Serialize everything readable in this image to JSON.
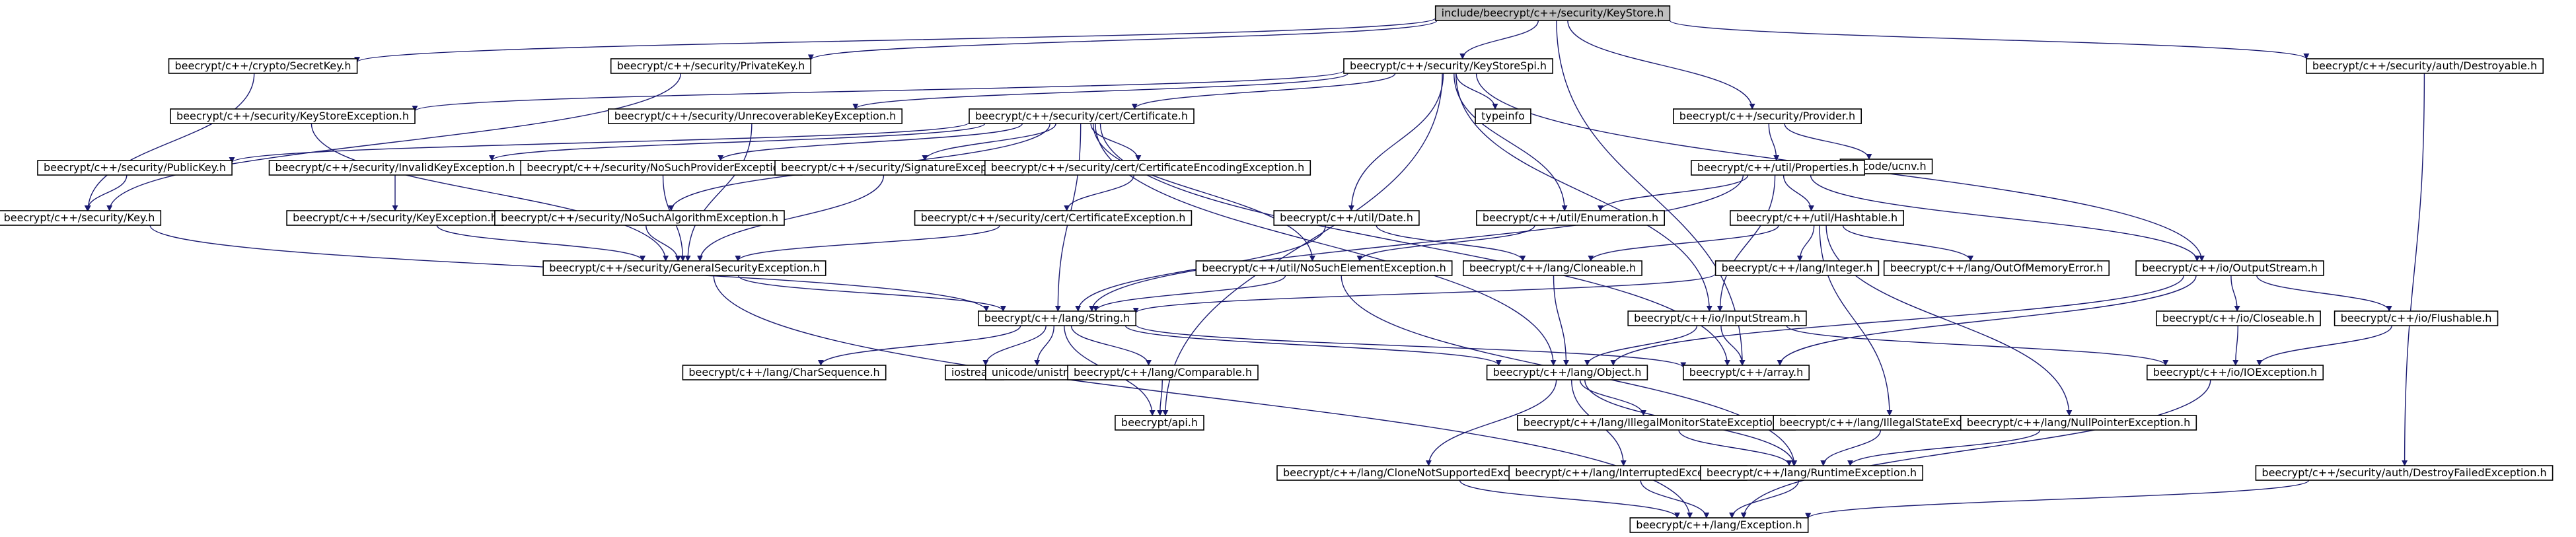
{
  "colors": {
    "edge": "#191970",
    "border_default": "#000000",
    "border_truncated": "#ff0000",
    "border_system": "#bfbfbf",
    "root_fill": "#bfbfbf",
    "text": "#000000"
  },
  "nodes": [
    {
      "id": "root",
      "label": "include/beecrypt/c++/security/KeyStore.h",
      "kind": "root"
    },
    {
      "id": "secretkey",
      "label": "beecrypt/c++/crypto/SecretKey.h",
      "kind": "normal"
    },
    {
      "id": "privatekey",
      "label": "beecrypt/c++/security/PrivateKey.h",
      "kind": "normal"
    },
    {
      "id": "keystorespi",
      "label": "beecrypt/c++/security/KeyStoreSpi.h",
      "kind": "normal"
    },
    {
      "id": "provider",
      "label": "beecrypt/c++/security/Provider.h",
      "kind": "normal"
    },
    {
      "id": "destroyable",
      "label": "beecrypt/c++/security/auth/Destroyable.h",
      "kind": "normal"
    },
    {
      "id": "keystoreexc",
      "label": "beecrypt/c++/security/KeyStoreException.h",
      "kind": "normal"
    },
    {
      "id": "unrecoverable",
      "label": "beecrypt/c++/security/UnrecoverableKeyException.h",
      "kind": "normal"
    },
    {
      "id": "certificate",
      "label": "beecrypt/c++/security/cert/Certificate.h",
      "kind": "normal"
    },
    {
      "id": "typeinfo",
      "label": "typeinfo",
      "kind": "system"
    },
    {
      "id": "unicode_ucnv",
      "label": "unicode/ucnv.h",
      "kind": "system"
    },
    {
      "id": "publickey",
      "label": "beecrypt/c++/security/PublicKey.h",
      "kind": "normal"
    },
    {
      "id": "invalidkey",
      "label": "beecrypt/c++/security/InvalidKeyException.h",
      "kind": "normal"
    },
    {
      "id": "nosuchprovider",
      "label": "beecrypt/c++/security/NoSuchProviderException.h",
      "kind": "normal"
    },
    {
      "id": "signatureexc",
      "label": "beecrypt/c++/security/SignatureException.h",
      "kind": "normal"
    },
    {
      "id": "certencoding",
      "label": "beecrypt/c++/security/cert/CertificateEncodingException.h",
      "kind": "normal"
    },
    {
      "id": "properties",
      "label": "beecrypt/c++/util/Properties.h",
      "kind": "normal"
    },
    {
      "id": "key",
      "label": "beecrypt/c++/security/Key.h",
      "kind": "normal"
    },
    {
      "id": "keyexc",
      "label": "beecrypt/c++/security/KeyException.h",
      "kind": "normal"
    },
    {
      "id": "nosuchalgo",
      "label": "beecrypt/c++/security/NoSuchAlgorithmException.h",
      "kind": "normal"
    },
    {
      "id": "certexc",
      "label": "beecrypt/c++/security/cert/CertificateException.h",
      "kind": "normal"
    },
    {
      "id": "date",
      "label": "beecrypt/c++/util/Date.h",
      "kind": "normal"
    },
    {
      "id": "enumeration",
      "label": "beecrypt/c++/util/Enumeration.h",
      "kind": "normal"
    },
    {
      "id": "hashtable",
      "label": "beecrypt/c++/util/Hashtable.h",
      "kind": "truncated"
    },
    {
      "id": "gse",
      "label": "beecrypt/c++/security/GeneralSecurityException.h",
      "kind": "normal"
    },
    {
      "id": "nosuchelement",
      "label": "beecrypt/c++/util/NoSuchElementException.h",
      "kind": "normal"
    },
    {
      "id": "cloneable",
      "label": "beecrypt/c++/lang/Cloneable.h",
      "kind": "normal"
    },
    {
      "id": "integer",
      "label": "beecrypt/c++/lang/Integer.h",
      "kind": "truncated"
    },
    {
      "id": "oom",
      "label": "beecrypt/c++/lang/OutOfMemoryError.h",
      "kind": "truncated"
    },
    {
      "id": "outputstream",
      "label": "beecrypt/c++/io/OutputStream.h",
      "kind": "normal"
    },
    {
      "id": "string",
      "label": "beecrypt/c++/lang/String.h",
      "kind": "normal"
    },
    {
      "id": "inputstream",
      "label": "beecrypt/c++/io/InputStream.h",
      "kind": "normal"
    },
    {
      "id": "closeable",
      "label": "beecrypt/c++/io/Closeable.h",
      "kind": "normal"
    },
    {
      "id": "flushable",
      "label": "beecrypt/c++/io/Flushable.h",
      "kind": "normal"
    },
    {
      "id": "charsequence",
      "label": "beecrypt/c++/lang/CharSequence.h",
      "kind": "truncated"
    },
    {
      "id": "iostream",
      "label": "iostream",
      "kind": "system"
    },
    {
      "id": "unicode_unistr",
      "label": "unicode/unistr.h",
      "kind": "system"
    },
    {
      "id": "comparable",
      "label": "beecrypt/c++/lang/Comparable.h",
      "kind": "normal"
    },
    {
      "id": "object",
      "label": "beecrypt/c++/lang/Object.h",
      "kind": "normal"
    },
    {
      "id": "array",
      "label": "beecrypt/c++/array.h",
      "kind": "normal"
    },
    {
      "id": "ioexception",
      "label": "beecrypt/c++/io/IOException.h",
      "kind": "normal"
    },
    {
      "id": "api",
      "label": "beecrypt/api.h",
      "kind": "system"
    },
    {
      "id": "illegalmonitor",
      "label": "beecrypt/c++/lang/IllegalMonitorStateException.h",
      "kind": "normal"
    },
    {
      "id": "illegalstate",
      "label": "beecrypt/c++/lang/IllegalStateException.h",
      "kind": "normal"
    },
    {
      "id": "nullpointer",
      "label": "beecrypt/c++/lang/NullPointerException.h",
      "kind": "normal"
    },
    {
      "id": "clonenotsupported",
      "label": "beecrypt/c++/lang/CloneNotSupportedException.h",
      "kind": "normal"
    },
    {
      "id": "interrupted",
      "label": "beecrypt/c++/lang/InterruptedException.h",
      "kind": "normal"
    },
    {
      "id": "runtime",
      "label": "beecrypt/c++/lang/RuntimeException.h",
      "kind": "normal"
    },
    {
      "id": "destroyfailed",
      "label": "beecrypt/c++/security/auth/DestroyFailedException.h",
      "kind": "normal"
    },
    {
      "id": "exception",
      "label": "beecrypt/c++/lang/Exception.h",
      "kind": "truncated"
    }
  ],
  "edges": [
    [
      "root",
      "secretkey"
    ],
    [
      "root",
      "privatekey"
    ],
    [
      "root",
      "keystorespi"
    ],
    [
      "root",
      "provider"
    ],
    [
      "root",
      "destroyable"
    ],
    [
      "root",
      "array"
    ],
    [
      "secretkey",
      "key"
    ],
    [
      "privatekey",
      "key"
    ],
    [
      "keystorespi",
      "keystoreexc"
    ],
    [
      "keystorespi",
      "unrecoverable"
    ],
    [
      "keystorespi",
      "certificate"
    ],
    [
      "keystorespi",
      "typeinfo"
    ],
    [
      "keystorespi",
      "date"
    ],
    [
      "keystorespi",
      "enumeration"
    ],
    [
      "keystorespi",
      "inputstream"
    ],
    [
      "keystorespi",
      "outputstream"
    ],
    [
      "keystorespi",
      "api"
    ],
    [
      "destroyable",
      "destroyfailed"
    ],
    [
      "provider",
      "properties"
    ],
    [
      "provider",
      "unicode_ucnv"
    ],
    [
      "keystoreexc",
      "gse"
    ],
    [
      "unrecoverable",
      "gse"
    ],
    [
      "certificate",
      "publickey"
    ],
    [
      "certificate",
      "invalidkey"
    ],
    [
      "certificate",
      "nosuchprovider"
    ],
    [
      "certificate",
      "signatureexc"
    ],
    [
      "certificate",
      "certencoding"
    ],
    [
      "certificate",
      "nosuchalgo"
    ],
    [
      "certificate",
      "string"
    ],
    [
      "certificate",
      "array"
    ],
    [
      "certificate",
      "object"
    ],
    [
      "certificate",
      "nosuchelement"
    ],
    [
      "publickey",
      "key"
    ],
    [
      "invalidkey",
      "keyexc"
    ],
    [
      "nosuchprovider",
      "gse"
    ],
    [
      "signatureexc",
      "gse"
    ],
    [
      "certencoding",
      "certexc"
    ],
    [
      "keyexc",
      "gse"
    ],
    [
      "nosuchalgo",
      "gse"
    ],
    [
      "certexc",
      "gse"
    ],
    [
      "key",
      "string"
    ],
    [
      "properties",
      "enumeration"
    ],
    [
      "properties",
      "hashtable"
    ],
    [
      "properties",
      "inputstream"
    ],
    [
      "properties",
      "outputstream"
    ],
    [
      "properties",
      "string"
    ],
    [
      "date",
      "cloneable"
    ],
    [
      "date",
      "string"
    ],
    [
      "enumeration",
      "nosuchelement"
    ],
    [
      "hashtable",
      "cloneable"
    ],
    [
      "hashtable",
      "integer"
    ],
    [
      "hashtable",
      "oom"
    ],
    [
      "hashtable",
      "illegalstate"
    ],
    [
      "hashtable",
      "nullpointer"
    ],
    [
      "gse",
      "string"
    ],
    [
      "gse",
      "exception"
    ],
    [
      "nosuchelement",
      "string"
    ],
    [
      "nosuchelement",
      "runtime"
    ],
    [
      "cloneable",
      "object"
    ],
    [
      "integer",
      "string"
    ],
    [
      "outputstream",
      "closeable"
    ],
    [
      "outputstream",
      "flushable"
    ],
    [
      "outputstream",
      "object"
    ],
    [
      "outputstream",
      "array"
    ],
    [
      "string",
      "charsequence"
    ],
    [
      "string",
      "iostream"
    ],
    [
      "string",
      "unicode_unistr"
    ],
    [
      "string",
      "comparable"
    ],
    [
      "string",
      "object"
    ],
    [
      "string",
      "array"
    ],
    [
      "string",
      "api"
    ],
    [
      "inputstream",
      "object"
    ],
    [
      "inputstream",
      "array"
    ],
    [
      "inputstream",
      "ioexception"
    ],
    [
      "closeable",
      "ioexception"
    ],
    [
      "flushable",
      "ioexception"
    ],
    [
      "comparable",
      "api"
    ],
    [
      "object",
      "illegalmonitor"
    ],
    [
      "object",
      "clonenotsupported"
    ],
    [
      "object",
      "interrupted"
    ],
    [
      "object",
      "runtime"
    ],
    [
      "ioexception",
      "exception"
    ],
    [
      "illegalmonitor",
      "runtime"
    ],
    [
      "illegalstate",
      "runtime"
    ],
    [
      "nullpointer",
      "runtime"
    ],
    [
      "clonenotsupported",
      "exception"
    ],
    [
      "interrupted",
      "exception"
    ],
    [
      "runtime",
      "exception"
    ],
    [
      "destroyfailed",
      "exception"
    ]
  ]
}
